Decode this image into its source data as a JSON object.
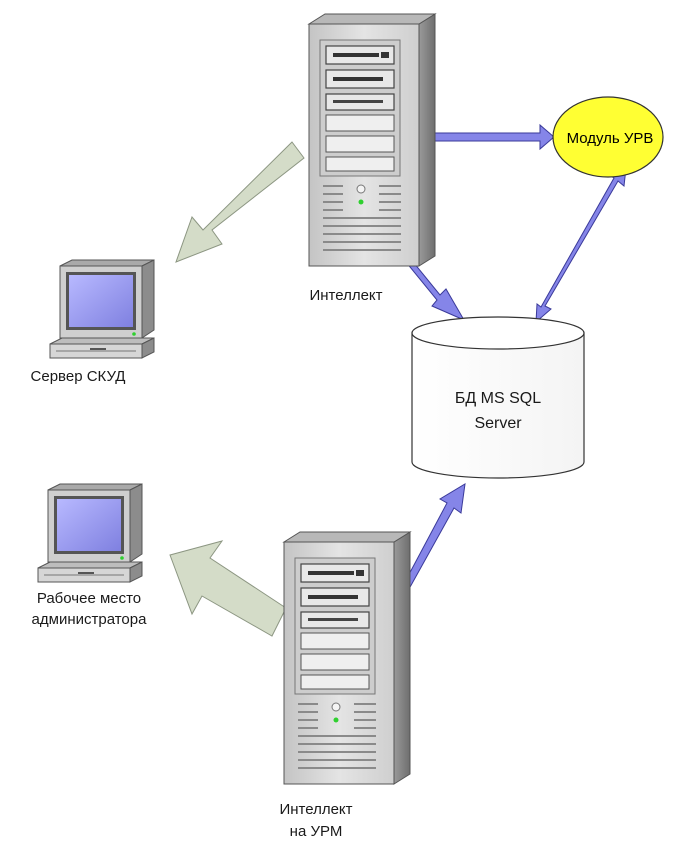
{
  "labels": {
    "server_top": "Интеллект",
    "module": "Модуль УРВ",
    "skud_server": "Сервер СКУД",
    "db_line1": "БД MS SQL",
    "db_line2": "Server",
    "admin_line1": "Рабочее место",
    "admin_line2": "администратора",
    "server_bottom_line1": "Интеллект",
    "server_bottom_line2": "на УРМ"
  },
  "colors": {
    "link_arrow": "#8585e8",
    "link_arrow_stroke": "#3a3a9a",
    "flow_arrow": "#d4dcc8",
    "flow_arrow_stroke": "#8c9682",
    "module_fill": "#ffff33",
    "tower": "#d9d9d9",
    "monitor_screen": "#9a9bf0"
  },
  "icons": [
    "server-tower-icon",
    "monitor-pc-icon",
    "database-cylinder-icon",
    "module-ellipse-icon"
  ]
}
